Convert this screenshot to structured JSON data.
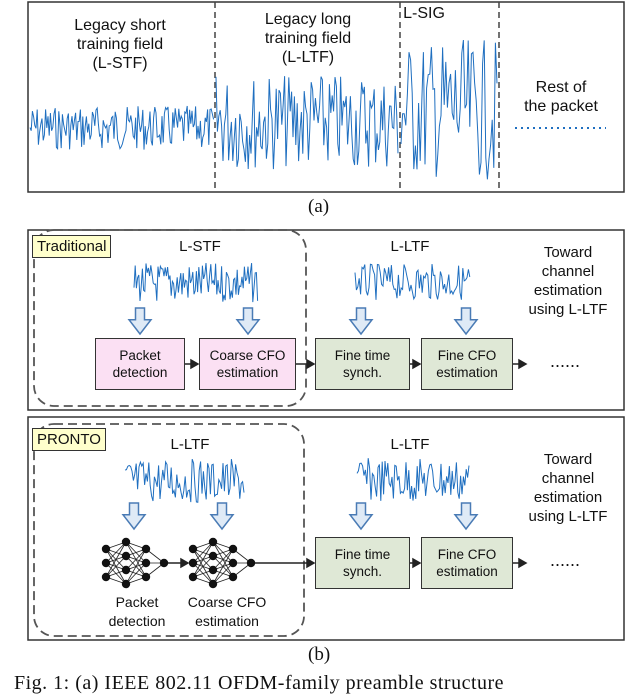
{
  "panel_a": {
    "stf_label": "Legacy short\ntraining field\n(L-STF)",
    "ltf_label": "Legacy long\ntraining field\n(L-LTF)",
    "sig_label": "L-SIG",
    "rest_label": "Rest of\nthe packet",
    "caption": "(a)"
  },
  "panel_b": {
    "caption": "(b)",
    "traditional": {
      "tag": "Traditional",
      "left_signal_label": "L-STF",
      "right_signal_label": "L-LTF",
      "box_packet": "Packet\ndetection",
      "box_coarse": "Coarse CFO\nestimation",
      "box_fine_time": "Fine time\nsynch.",
      "box_fine_cfo": "Fine CFO\nestimation",
      "toward": "Toward\nchannel\nestimation\nusing L-LTF",
      "ellipsis": "......"
    },
    "pronto": {
      "tag": "PRONTO",
      "left_signal_label": "L-LTF",
      "right_signal_label": "L-LTF",
      "nn_packet": "Packet\ndetection",
      "nn_coarse": "Coarse CFO\nestimation",
      "box_fine_time": "Fine time\nsynch.",
      "box_fine_cfo": "Fine CFO\nestimation",
      "toward": "Toward\nchannel\nestimation\nusing L-LTF",
      "ellipsis": "......"
    }
  },
  "colors": {
    "signal": "#1f6fc0",
    "tag_bg": "#ffffcc",
    "pink_box": "#fbe0f3",
    "green_box": "#dfe8d6",
    "arrow_fill": "#dfeaf6",
    "arrow_stroke": "#4a7bb5"
  },
  "figure_caption": "Fig. 1: (a) IEEE 802.11 OFDM-family preamble structure"
}
